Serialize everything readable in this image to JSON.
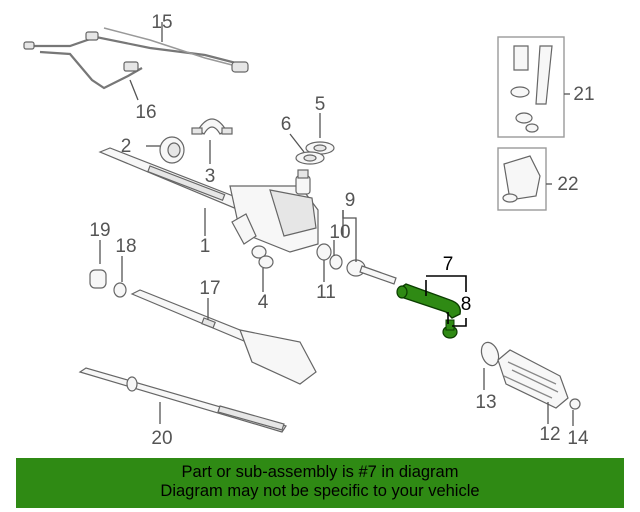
{
  "callouts": {
    "c1": "1",
    "c2": "2",
    "c3": "3",
    "c4": "4",
    "c5": "5",
    "c6": "6",
    "c7": "7",
    "c8": "8",
    "c9": "9",
    "c10": "10",
    "c11": "11",
    "c12": "12",
    "c13": "13",
    "c14": "14",
    "c15": "15",
    "c16": "16",
    "c17": "17",
    "c18": "18",
    "c19": "19",
    "c20": "20",
    "c21": "21",
    "c22": "22"
  },
  "highlight_color": "#2f8a14",
  "banner": {
    "line1": "Part or sub-assembly is #7 in diagram",
    "line2": "Diagram may not be specific to your vehicle"
  }
}
